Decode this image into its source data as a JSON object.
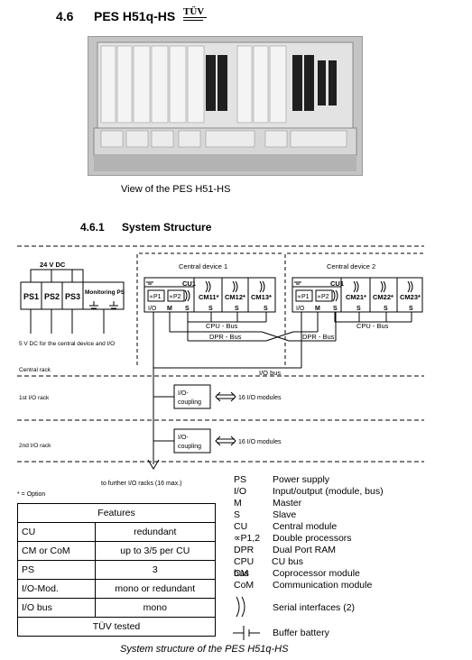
{
  "section": {
    "number": "4.6",
    "title": "PES H51q-HS",
    "cert_mark": "TÜV"
  },
  "photo": {
    "caption": "View of the PES H51-HS"
  },
  "subsection": {
    "number": "4.6.1",
    "title": "System Structure"
  },
  "diagram": {
    "supply_label": "24 V DC",
    "ps_modules": [
      "PS1",
      "PS2",
      "PS3",
      "Monitoring PS"
    ],
    "supply_note": "5 V DC for the central device and I/O",
    "central_devices": [
      {
        "title": "Central device 1",
        "cu": "CU1",
        "p1": "∝P1",
        "p2": "∝P2",
        "cms": [
          "CM11*",
          "CM12*",
          "CM13*"
        ],
        "io": "I/O",
        "m": "M",
        "s": "S"
      },
      {
        "title": "Central device 2",
        "cu": "CU1",
        "p1": "∝P1",
        "p2": "∝P2",
        "cms": [
          "CM21*",
          "CM22*",
          "CM23*"
        ],
        "io": "I/O",
        "m": "M",
        "s": "S"
      }
    ],
    "cpu_bus_label": "CPU - Bus",
    "dpr_bus_label": "DPR - Bus",
    "io_bus_label": "I/O bus",
    "racks": [
      "Central rack",
      "1st I/O rack",
      "2nd I/O rack"
    ],
    "coupling_label_1": "I/O-",
    "coupling_label_2": "coupling",
    "io_modules": "16 I/O modules",
    "further_racks": "to further I/O racks (16 max.)",
    "option_note": "* = Option"
  },
  "features": {
    "title": "Features",
    "rows": [
      [
        "CU",
        "redundant"
      ],
      [
        "CM or CoM",
        "up to 3/5 per CU"
      ],
      [
        "PS",
        "3"
      ],
      [
        "I/O-Mod.",
        "mono or redundant"
      ],
      [
        "I/O bus",
        "mono"
      ]
    ],
    "footer": "TÜV tested"
  },
  "legend": {
    "rows": [
      [
        "PS",
        "Power supply"
      ],
      [
        "I/O",
        "Input/output (module, bus)"
      ],
      [
        "M",
        "Master"
      ],
      [
        "S",
        "Slave"
      ],
      [
        "CU",
        "Central module"
      ],
      [
        "∝P1,2",
        "Double processors"
      ],
      [
        "DPR",
        "Dual Port RAM"
      ],
      [
        "CPU bus",
        "CU bus"
      ],
      [
        "CM",
        "Coprocessor module"
      ],
      [
        "CoM",
        "Communication module"
      ]
    ],
    "serial": "Serial interfaces (2)",
    "battery": "Buffer battery"
  },
  "figure_caption": "System structure of the PES H51q-HS"
}
